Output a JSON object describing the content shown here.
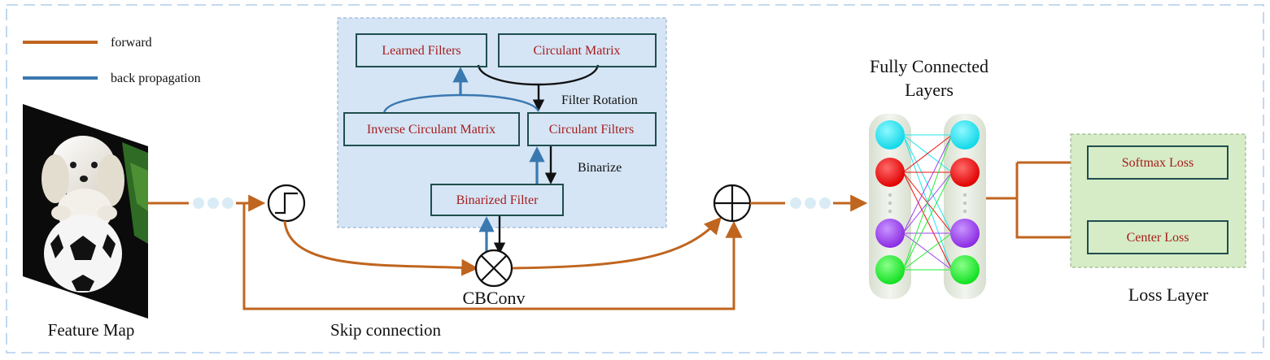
{
  "legend": {
    "forward_label": "forward",
    "backprop_label": "back propagation"
  },
  "colors": {
    "forward": "#c0651f",
    "backprop": "#3a78b0",
    "box_text": "#a61c1c",
    "box_border": "#1f4e4e",
    "panel_blue": "#d5e5f5",
    "panel_green": "#d6ecc6",
    "frame_dash": "#9fc3e6"
  },
  "feature_map": {
    "image_icon": "dog-with-soccer-ball-photo",
    "label": "Feature Map"
  },
  "conv_panel": {
    "learned_filters": "Learned Filters",
    "circulant_matrix": "Circulant Matrix",
    "inverse_circulant_matrix": "Inverse Circulant Matrix",
    "circulant_filters": "Circulant Filters",
    "binarized_filter": "Binarized Filter",
    "filter_rotation_label": "Filter Rotation",
    "binarize_label": "Binarize"
  },
  "operators": {
    "step_icon": "step-function-icon",
    "multiply_icon": "circled-times-icon",
    "add_icon": "circled-plus-icon",
    "cbconv_label": "CBConv",
    "skip_label": "Skip connection"
  },
  "fc": {
    "title_line1": "Fully Connected",
    "title_line2": "Layers",
    "node_colors": [
      "#22e4ee",
      "#ee1111",
      "#a040f0",
      "#22ee33"
    ]
  },
  "loss": {
    "softmax_loss": "Softmax Loss",
    "center_loss": "Center Loss",
    "layer_label": "Loss Layer"
  }
}
